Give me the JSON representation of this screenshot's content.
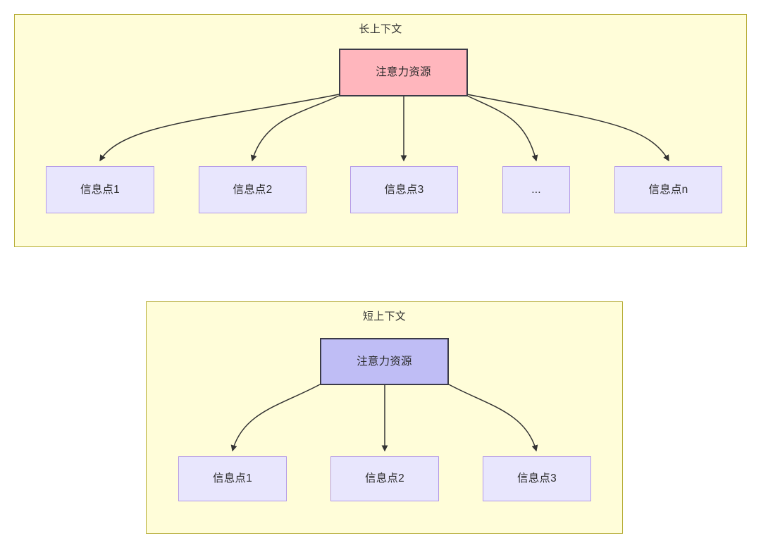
{
  "diagram": {
    "type": "flowchart",
    "groups": [
      {
        "id": "long-context",
        "title": "长上下文",
        "root": {
          "label": "注意力资源",
          "fill": "#ffb6bd",
          "stroke": "#3b3b47"
        },
        "leaves": [
          {
            "label": "信息点1"
          },
          {
            "label": "信息点2"
          },
          {
            "label": "信息点3"
          },
          {
            "label": "..."
          },
          {
            "label": "信息点n"
          }
        ],
        "edge_count": 5,
        "fill": "#fffdd9",
        "stroke": "#b5ab32"
      },
      {
        "id": "short-context",
        "title": "短上下文",
        "root": {
          "label": "注意力资源",
          "fill": "#bfbdf5",
          "stroke": "#3b3b47"
        },
        "leaves": [
          {
            "label": "信息点1"
          },
          {
            "label": "信息点2"
          },
          {
            "label": "信息点3"
          }
        ],
        "edge_count": 3,
        "fill": "#fffdd9",
        "stroke": "#b5ab32"
      }
    ],
    "colors": {
      "leaf_fill": "#e8e6fd",
      "leaf_stroke": "#b49ae8",
      "edge": "#333333",
      "text": "#2b2b2b",
      "page_background": "#ffffff"
    }
  }
}
